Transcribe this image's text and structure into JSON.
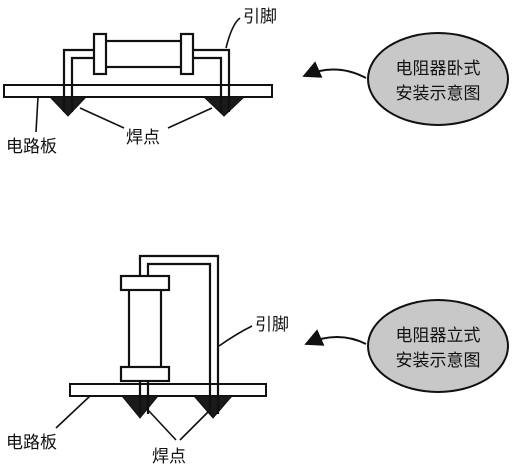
{
  "horizontal": {
    "lead_label": "引脚",
    "board_label": "电路板",
    "solder_label": "焊点",
    "caption_line1": "电阻器卧式",
    "caption_line2": "安装示意图"
  },
  "vertical": {
    "lead_label": "引脚",
    "board_label": "电路板",
    "solder_label": "焊点",
    "caption_line1": "电阻器立式",
    "caption_line2": "安装示意图"
  },
  "colors": {
    "ink": "#111111",
    "bubble_fill": "#c8c8c8",
    "board_fill": "#ffffff",
    "solder_fill": "#1a1a1a"
  }
}
